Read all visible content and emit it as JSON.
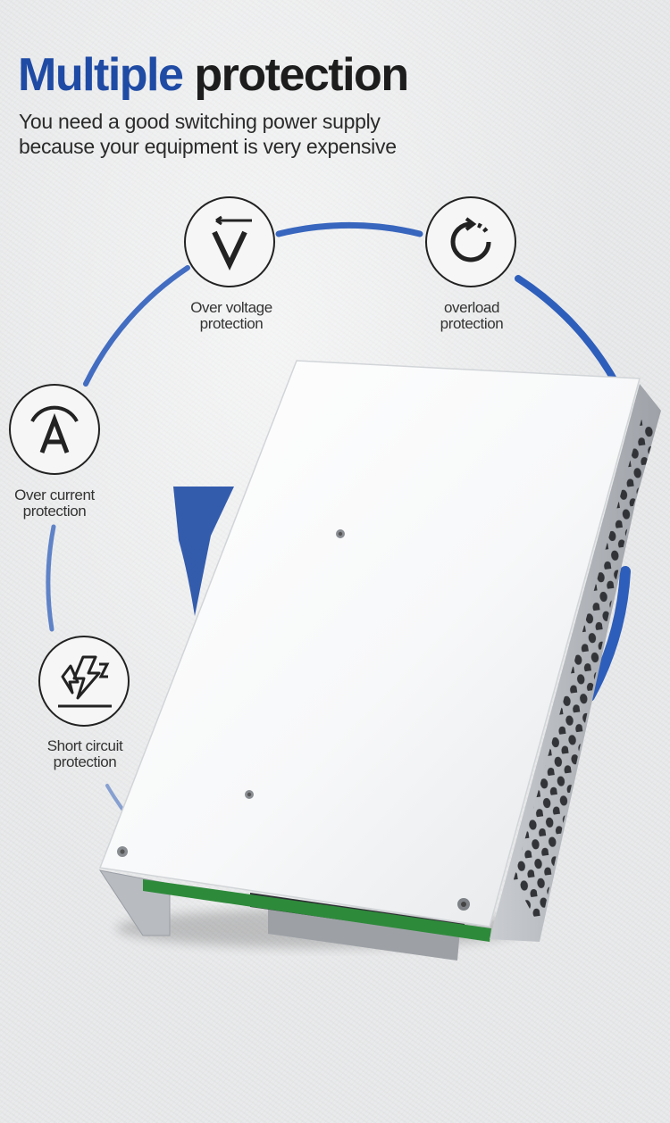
{
  "headline": {
    "accent": "Multiple",
    "rest": "protection"
  },
  "subtitle": [
    "You need a good switching power supply",
    "because your equipment is very expensive"
  ],
  "features": [
    {
      "icon": "voltage-icon",
      "lines": [
        "Over voltage",
        "protection"
      ]
    },
    {
      "icon": "overload-icon",
      "lines": [
        "overload",
        "protection"
      ]
    },
    {
      "icon": "current-icon",
      "lines": [
        "Over current",
        "protection"
      ]
    },
    {
      "icon": "short-circuit-icon",
      "lines": [
        "Short circuit",
        "protection"
      ]
    }
  ],
  "colors": {
    "accent": "#1f4ba5",
    "ring": "#2456b8",
    "text": "#1d1d1d"
  }
}
